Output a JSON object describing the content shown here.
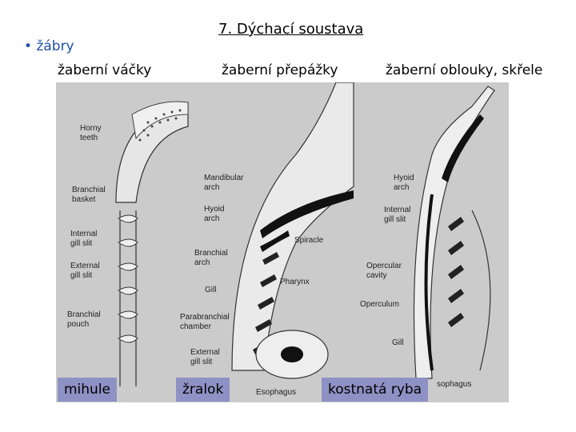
{
  "title": "7. Dýchací soustava",
  "bullet": {
    "marker": "•",
    "text": "žábry"
  },
  "headings": {
    "gill_sacs": "žaberní váčky",
    "gill_septa": "žaberní přepážky",
    "gill_arches": "žaberní oblouky, skřele"
  },
  "tags": {
    "lamprey": "mihule",
    "shark": "žralok",
    "bony_fish": "kostnatá ryba"
  },
  "figure_labels": {
    "horny_teeth_1": "Horny",
    "horny_teeth_2": "teeth",
    "branchial_basket_1": "Branchial",
    "branchial_basket_2": "basket",
    "internal_gill_slit_1": "Internal",
    "internal_gill_slit_2": "gill slit",
    "external_gill_slit_1": "External",
    "external_gill_slit_2": "gill slit",
    "branchial_pouch_1": "Branchial",
    "branchial_pouch_2": "pouch",
    "mandibular_arch_1": "Mandibular",
    "mandibular_arch_2": "arch",
    "hyoid_arch_1": "Hyoid",
    "hyoid_arch_2": "arch",
    "spiracle": "Spiracle",
    "branchial_arch_1": "Branchial",
    "branchial_arch_2": "arch",
    "gill": "Gill",
    "pharynx": "Pharynx",
    "parabranchial_chamber_1": "Parabranchial",
    "parabranchial_chamber_2": "chamber",
    "external_gill_slit_s1": "External",
    "external_gill_slit_s2": "gill slit",
    "esophagus": "Esophagus",
    "hyoid_arch_f1": "Hyoid",
    "hyoid_arch_f2": "arch",
    "internal_gill_slit_f1": "Internal",
    "internal_gill_slit_f2": "gill slit",
    "opercular_cavity_1": "Opercular",
    "opercular_cavity_2": "cavity",
    "operculum": "Operculum",
    "gill_f": "Gill",
    "esophagus_f": "sophagus"
  }
}
